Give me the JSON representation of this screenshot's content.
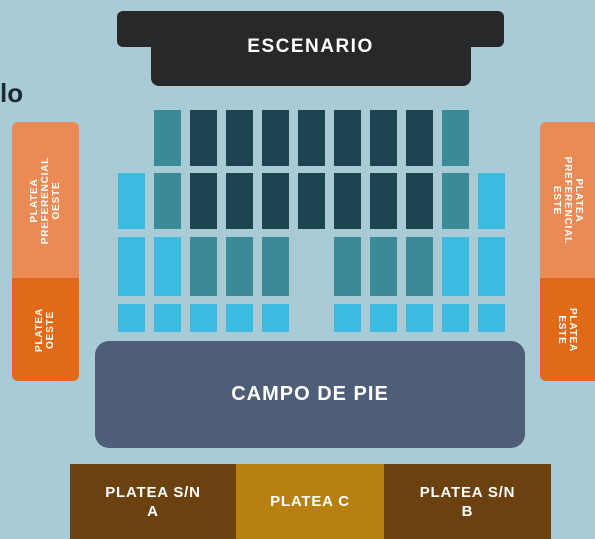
{
  "stage": {
    "label": "ESCENARIO"
  },
  "cut_title": "lo",
  "sections": {
    "platea_preferencial_oeste": {
      "label": "PLATEA\nPREFERENCIAL\nOESTE"
    },
    "platea_oeste": {
      "label": "PLATEA\nOESTE"
    },
    "platea_preferencial_este": {
      "label": "PLATEA\nPREFERENCIAL\nESTE"
    },
    "platea_este": {
      "label": "PLATEA\nESTE"
    },
    "campo_de_pie": {
      "label": "CAMPO DE PIE"
    },
    "platea_sn_a": {
      "label": "PLATEA S/N\nA"
    },
    "platea_c": {
      "label": "PLATEA C"
    },
    "platea_sn_b": {
      "label": "PLATEA S/N\nB"
    }
  },
  "colors": {
    "background": "#a9cbd5",
    "stage": "#27282a",
    "seat_dark": "#1b4450",
    "seat_mid": "#3b8a98",
    "seat_light": "#3bbbe2",
    "preferencial": "#ea8a55",
    "platea_side": "#e06a18",
    "campo": "#4f5e78",
    "platea_sn": "#6b420f",
    "platea_c": "#b8800e"
  }
}
